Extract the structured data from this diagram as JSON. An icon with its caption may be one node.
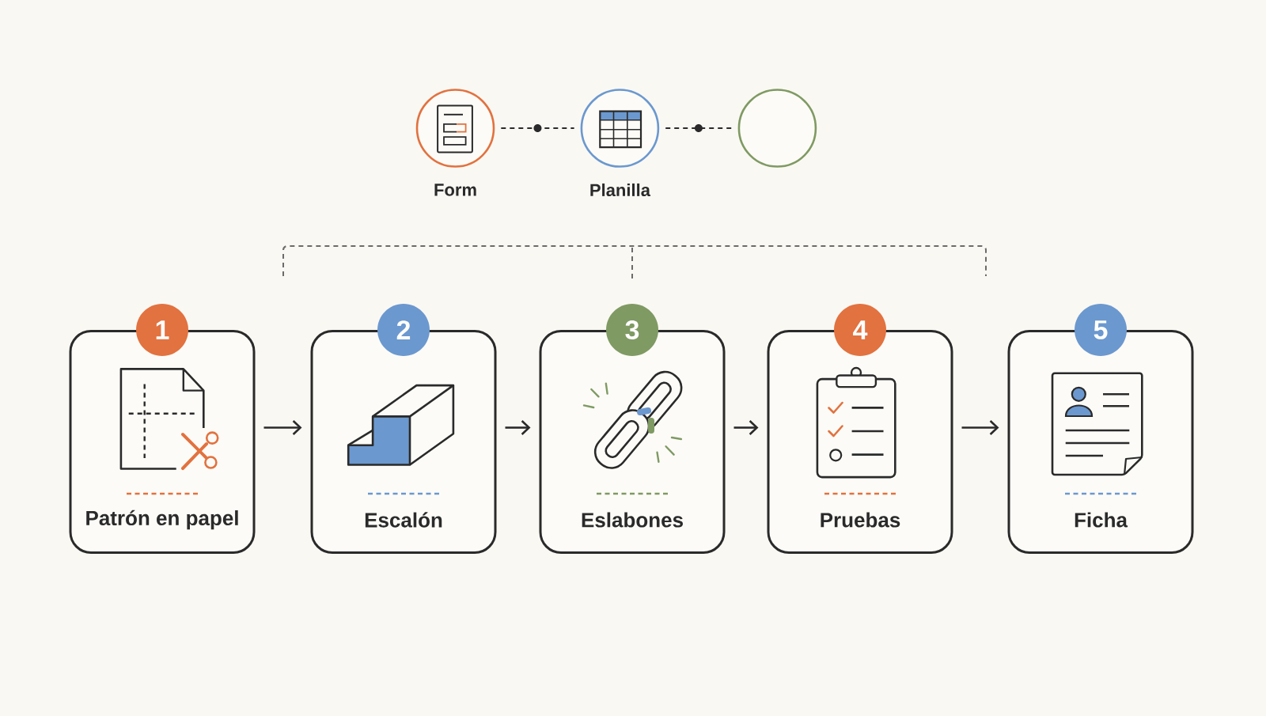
{
  "diagram": {
    "nodes": [
      {
        "text": [
          "Form"
        ]
      },
      {
        "text": [
          "Planilla"
        ]
      },
      {
        "text": [],
        "shape": "circle"
      },
      {
        "text": [
          "1",
          "Patrón en papel"
        ]
      },
      {
        "text": [
          "2",
          "Escalón"
        ]
      },
      {
        "text": [
          "3",
          "Eslabones"
        ]
      },
      {
        "text": [
          "4",
          "Pruebas"
        ]
      },
      {
        "text": [
          "5",
          "Ficha"
        ]
      }
    ],
    "edges": [
      {
        "from": 0,
        "to": 1,
        "arrow": "none",
        "style": "dashed"
      },
      {
        "from": 1,
        "to": 2,
        "arrow": "none",
        "style": "dashed"
      },
      {
        "from": 3,
        "to": 4,
        "arrow": "to"
      },
      {
        "from": 4,
        "to": 5,
        "arrow": "to"
      },
      {
        "from": 5,
        "to": 6,
        "arrow": "to"
      },
      {
        "from": 6,
        "to": 7,
        "arrow": "to"
      }
    ]
  }
}
